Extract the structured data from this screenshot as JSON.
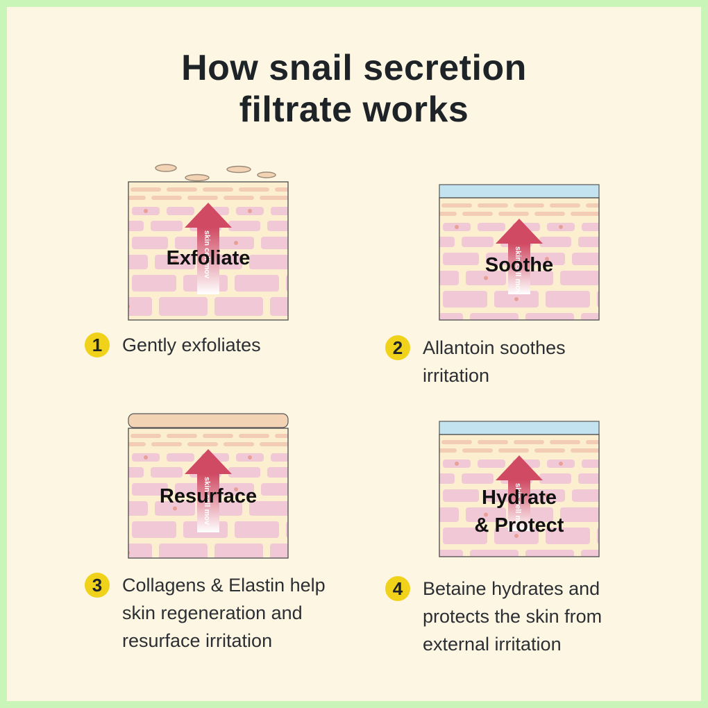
{
  "title": "How snail secretion\nfiltrate works",
  "arrow_text": "skin cell mov",
  "colors": {
    "background": "#fdf6e2",
    "border": "#c9f5b8",
    "badge": "#f0d21a",
    "skin_base": "#fcefd0",
    "skin_cell": "#f1c9d6",
    "arrow": "#d04a63",
    "moisture": "#c4e3f0",
    "top_layer": "#f2d4b4"
  },
  "panels": [
    {
      "label": "Exfoliate",
      "top_layer": "flakes",
      "step_number": "1",
      "step_text": "Gently exfoliates"
    },
    {
      "label": "Soothe",
      "top_layer": "moisture",
      "step_number": "2",
      "step_text": "Allantoin soothes\nirritation"
    },
    {
      "label": "Resurface",
      "top_layer": "smooth",
      "step_number": "3",
      "step_text": "Collagens & Elastin help\nskin regeneration and\nresurface irritation"
    },
    {
      "label": "Hydrate\n& Protect",
      "top_layer": "moisture",
      "step_number": "4",
      "step_text": "Betaine hydrates and\nprotects the skin from\nexternal irritation"
    }
  ]
}
